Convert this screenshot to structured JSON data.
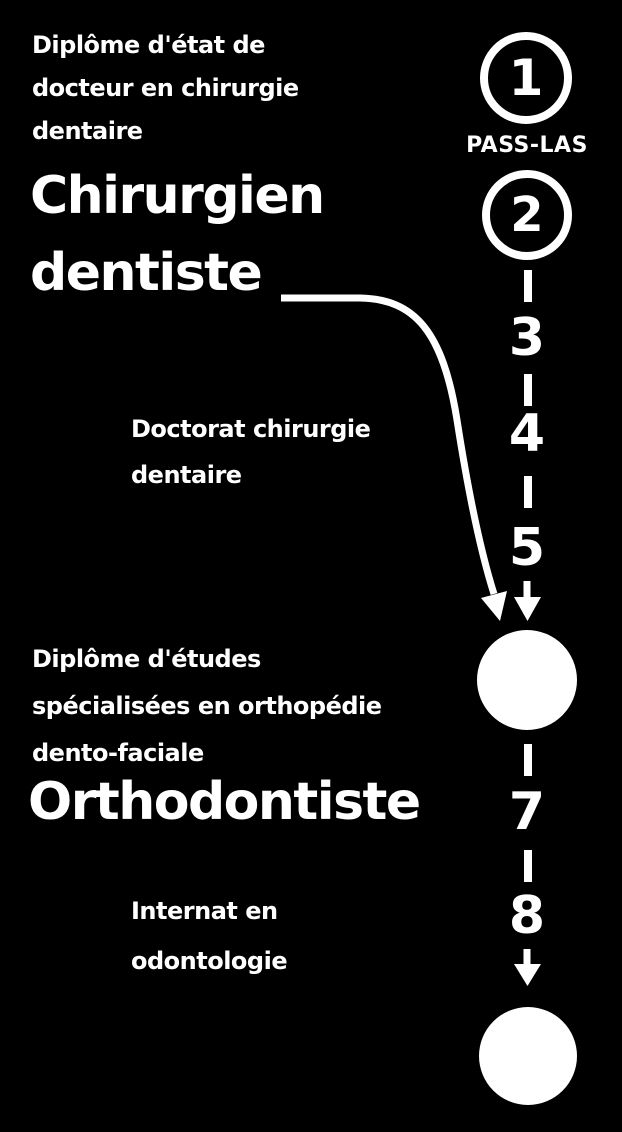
{
  "colors": {
    "background": "#000000",
    "foreground": "#ffffff"
  },
  "dentist_section": {
    "diploma_label": {
      "line1": "Diplôme d'état de",
      "line2": "docteur en chirurgie",
      "line3": "dentaire"
    },
    "title": {
      "line1": "Chirurgien",
      "line2": "dentiste"
    },
    "doctorate_label": {
      "line1": "Doctorat chirurgie",
      "line2": "dentaire"
    }
  },
  "orthodontist_section": {
    "diploma_label": {
      "line1": "Diplôme d'études",
      "line2": "spécialisées en orthopédie",
      "line3": "dento-faciale"
    },
    "title": "Orthodontiste",
    "internship_label": {
      "line1": "Internat en",
      "line2": "odontologie"
    }
  },
  "timeline": {
    "step1": "1",
    "access_caption": "PASS-LAS",
    "step2": "2",
    "mid_years": [
      "3",
      "4",
      "5"
    ],
    "late_years": [
      "7",
      "8"
    ]
  }
}
